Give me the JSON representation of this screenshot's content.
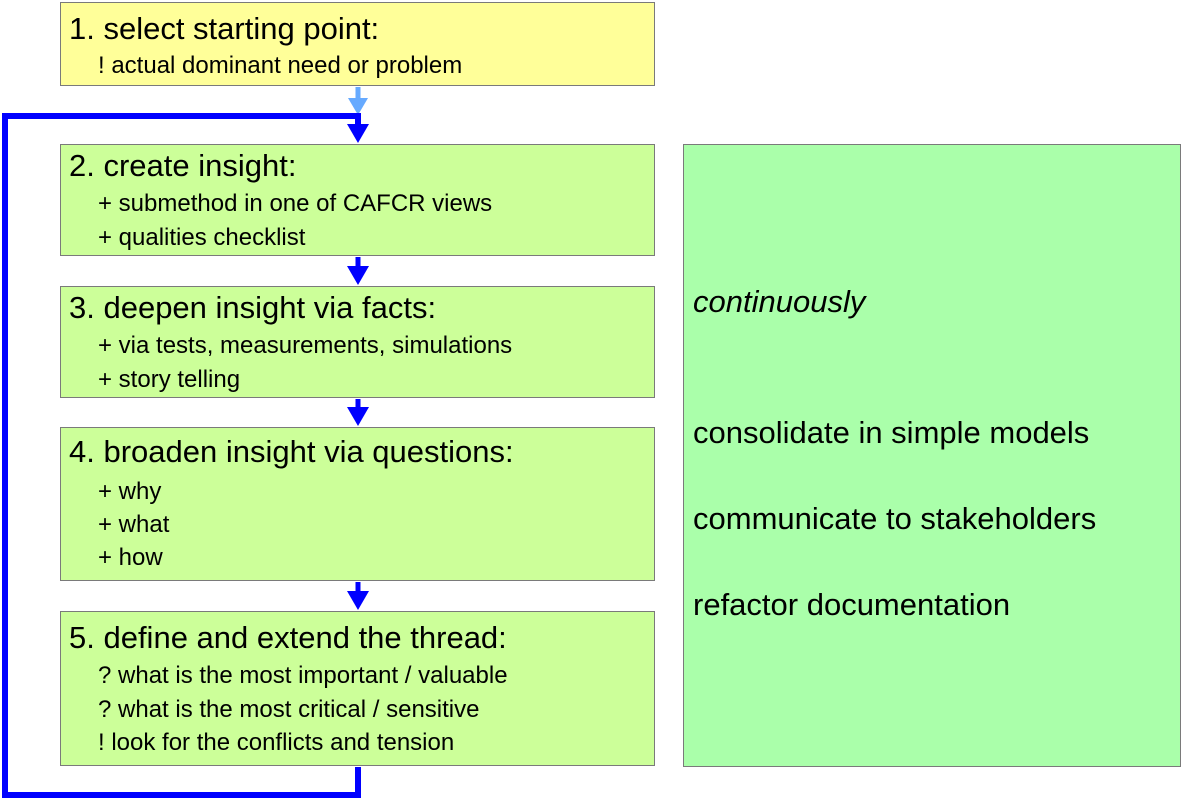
{
  "colors": {
    "step1_fill": "#ffff99",
    "step_fill": "#ccff99",
    "side_fill": "#aaffaa",
    "arrow_main": "#0000ff",
    "arrow_start": "#66aaff"
  },
  "steps": [
    {
      "title": "1. select starting point:",
      "lines": [
        "! actual dominant need or problem"
      ]
    },
    {
      "title": "2. create insight:",
      "lines": [
        "+ submethod in one of CAFCR views",
        "+ qualities checklist"
      ]
    },
    {
      "title": "3. deepen insight via facts:",
      "lines": [
        "+ via tests, measurements, simulations",
        "+ story telling"
      ]
    },
    {
      "title": "4. broaden insight via questions:",
      "lines": [
        "+ why",
        "+ what",
        "+ how"
      ]
    },
    {
      "title": "5. define and extend the thread:",
      "lines": [
        "? what is the most important / valuable",
        "? what is the most critical / sensitive",
        "! look for the conflicts and tension"
      ]
    }
  ],
  "side_panel": {
    "heading": "continuously",
    "items": [
      "consolidate in simple models",
      "communicate to stakeholders",
      "refactor documentation"
    ]
  }
}
